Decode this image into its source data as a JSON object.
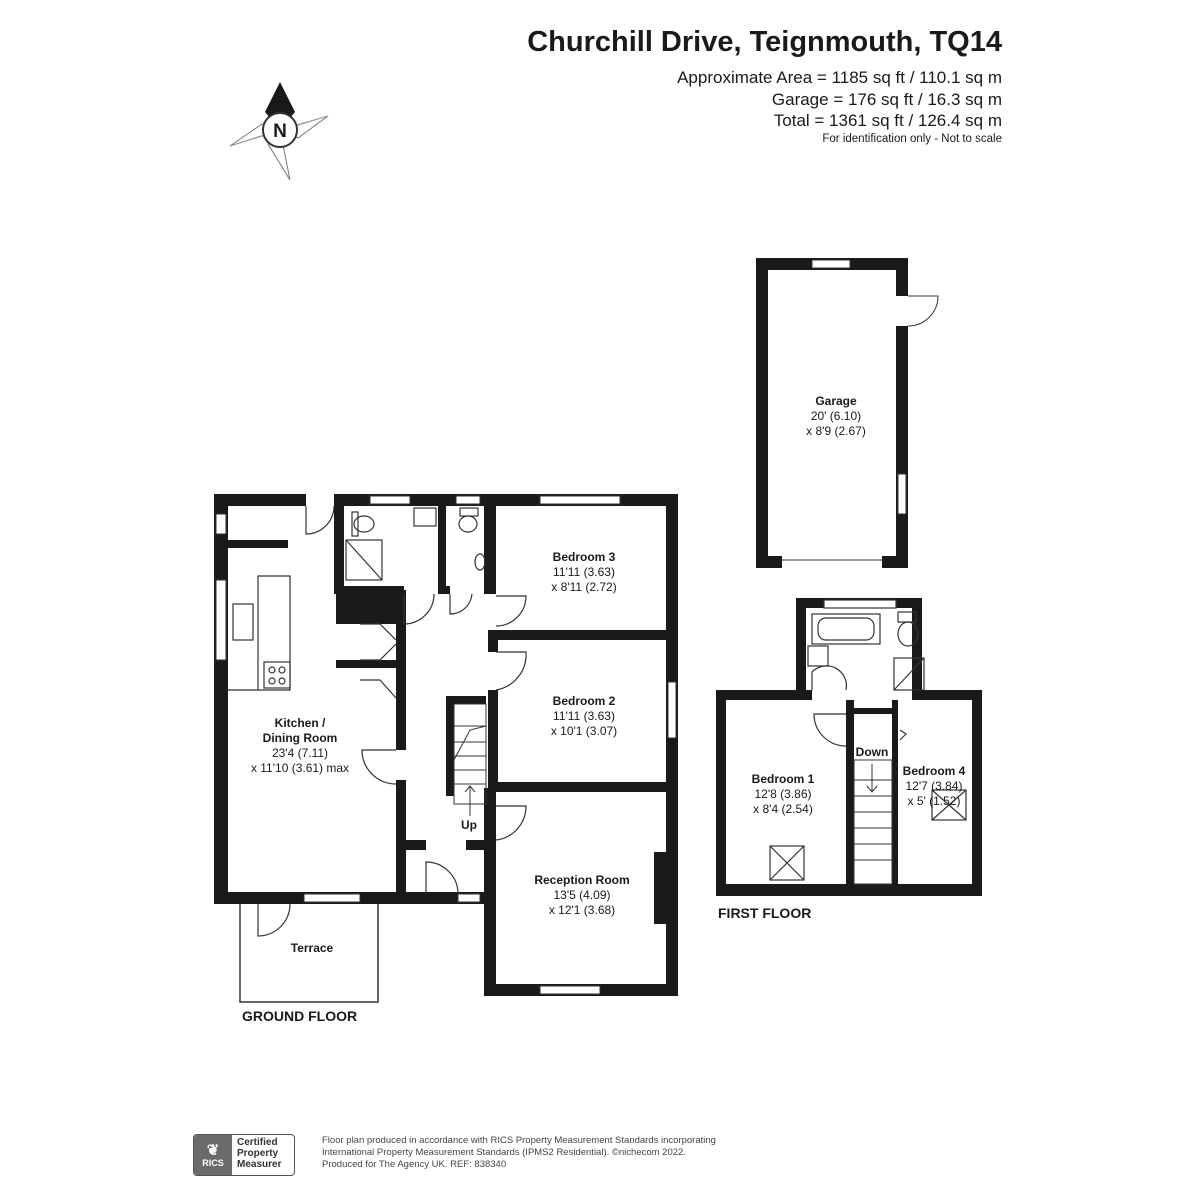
{
  "header": {
    "title": "Churchill Drive, Teignmouth, TQ14",
    "approx_area": "Approximate Area = 1185 sq ft / 110.1 sq m",
    "garage_area": "Garage = 176 sq ft / 16.3 sq m",
    "total_area": "Total = 1361 sq ft / 126.4 sq m",
    "disclaimer": "For identification only - Not to scale"
  },
  "compass": {
    "label": "N"
  },
  "ground_floor": {
    "label": "GROUND FLOOR",
    "kitchen": {
      "name1": "Kitchen /",
      "name2": "Dining Room",
      "dim1": "23'4 (7.11)",
      "dim2": "x 11'10 (3.61) max"
    },
    "bedroom3": {
      "name": "Bedroom 3",
      "dim1": "11'11 (3.63)",
      "dim2": "x 8'11 (2.72)"
    },
    "bedroom2": {
      "name": "Bedroom 2",
      "dim1": "11'11 (3.63)",
      "dim2": "x 10'1 (3.07)"
    },
    "reception": {
      "name": "Reception Room",
      "dim1": "13'5 (4.09)",
      "dim2": "x 12'1 (3.68)"
    },
    "terrace": {
      "name": "Terrace"
    },
    "stairs": {
      "label": "Up"
    }
  },
  "garage": {
    "name": "Garage",
    "dim1": "20' (6.10)",
    "dim2": "x 8'9 (2.67)"
  },
  "first_floor": {
    "label": "FIRST FLOOR",
    "bedroom1": {
      "name": "Bedroom 1",
      "dim1": "12'8 (3.86)",
      "dim2": "x 8'4 (2.54)"
    },
    "bedroom4": {
      "name": "Bedroom 4",
      "dim1": "12'7 (3.84)",
      "dim2": "x 5' (1.52)"
    },
    "stairs": {
      "label": "Down"
    }
  },
  "footer": {
    "badge_logo": "RICS",
    "badge_line1": "Certified",
    "badge_line2": "Property",
    "badge_line3": "Measurer",
    "line1": "Floor plan produced in accordance with RICS Property Measurement Standards incorporating",
    "line2": "International Property Measurement Standards (IPMS2 Residential).   ©nichecom 2022.",
    "line3": "Produced for The Agency UK.   REF:  838340"
  }
}
